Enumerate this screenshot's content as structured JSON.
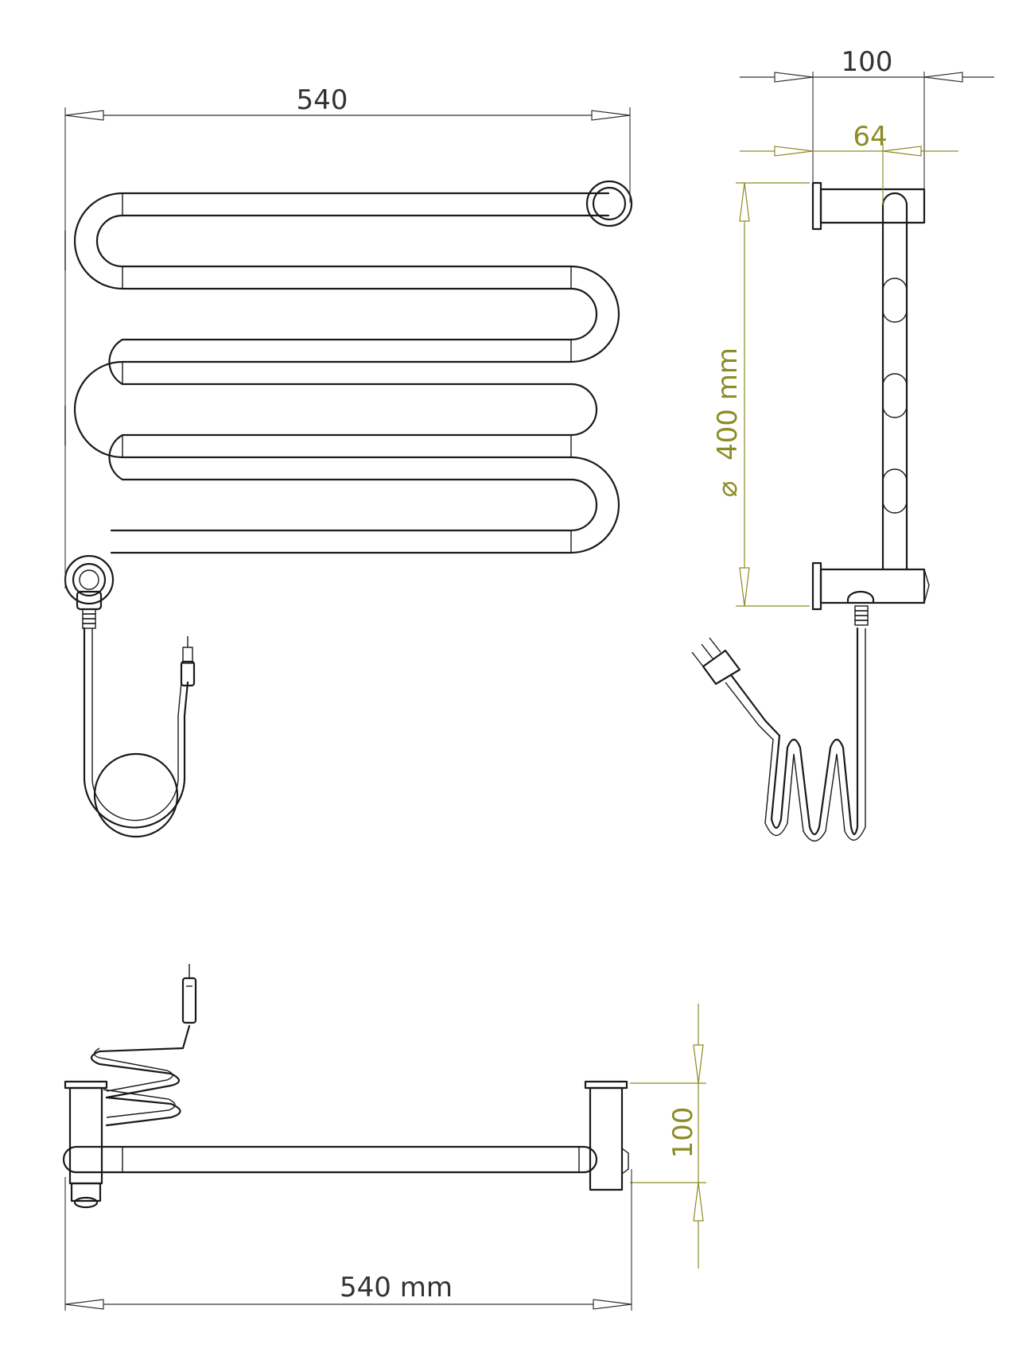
{
  "colors": {
    "line": "#1a1a1a",
    "dimension_black": "#333333",
    "dimension_olive": "#8c8c24"
  },
  "dimensions": {
    "front_width": "540",
    "side_depth_total": "100",
    "side_depth_inner": "64",
    "side_height": "400 mm",
    "side_height_symbol": "⌀",
    "top_depth": "100",
    "top_width": "540 mm"
  }
}
